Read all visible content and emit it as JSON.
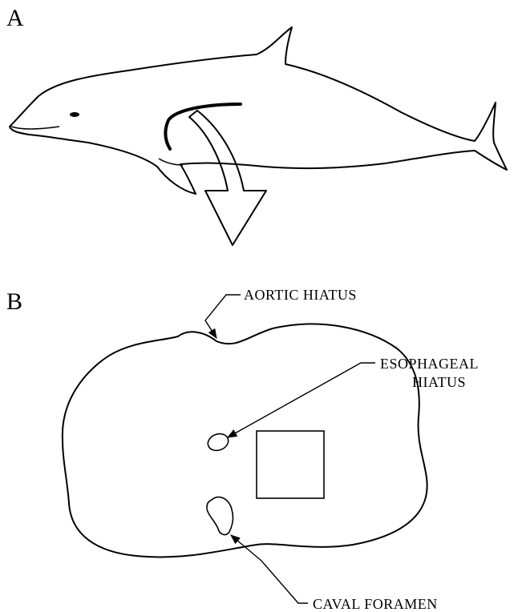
{
  "panels": {
    "a": {
      "letter": "A"
    },
    "b": {
      "letter": "B"
    }
  },
  "labels": {
    "aortic_hiatus": "AORTIC HIATUS",
    "esophageal_hiatus_line1": "ESOPHAGEAL",
    "esophageal_hiatus_line2": "HIATUS",
    "caval_foramen": "CAVAL FORAMEN"
  }
}
